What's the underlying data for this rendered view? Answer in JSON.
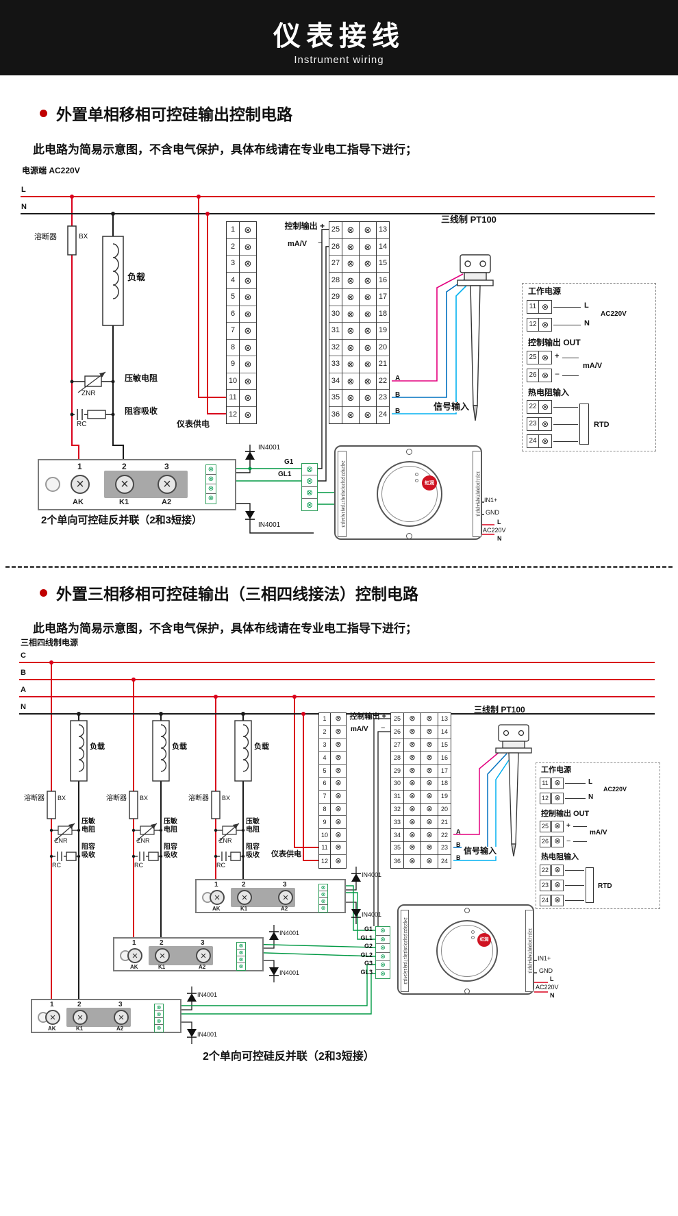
{
  "header": {
    "title": "仪表接线",
    "subtitle": "Instrument wiring"
  },
  "shared": {
    "note": "此电路为简易示意图，不含电气保护，具体布线请在专业电工指导下进行；",
    "fuse": "溶断器",
    "bx": "BX",
    "load": "负载",
    "znr_label": "压敏电阻",
    "znr": "ZNR",
    "rc_label": "阻容吸收",
    "rc": "RC",
    "meter_supply": "仪表供电",
    "signal_input": "信号输入",
    "pt100": "三线制  PT100",
    "ctrl_plus": "控制输出 +",
    "mav": "mA/V",
    "minus": "−",
    "in4001": "IN4001",
    "scr_note": "2个单向可控硅反并联（2和3短接）",
    "sig_a": "A",
    "sig_b": "B",
    "module": {
      "n1": "1",
      "n2": "2",
      "n3": "3",
      "ak": "AK",
      "k1": "K1",
      "a2": "A2"
    },
    "term_1_12": [
      "1",
      "2",
      "3",
      "4",
      "5",
      "6",
      "7",
      "8",
      "9",
      "10",
      "11",
      "12"
    ],
    "term_25_36": [
      "25",
      "26",
      "27",
      "28",
      "29",
      "30",
      "31",
      "32",
      "33",
      "34",
      "35",
      "36"
    ],
    "term_13_24": [
      "13",
      "14",
      "15",
      "16",
      "17",
      "18",
      "19",
      "20",
      "21",
      "22",
      "23",
      "24"
    ],
    "panel": {
      "work_power": "工作电源",
      "n11": "11",
      "n12": "12",
      "l": "L",
      "n": "N",
      "ac": "AC220V",
      "ctrl_out": "控制输出  OUT",
      "n25": "25",
      "n26": "26",
      "plus": "+",
      "minus": "−",
      "mav": "mA/V",
      "rtd_in": "热电阻输入",
      "n22": "22",
      "n23": "23",
      "n24": "24",
      "rtd": "RTD"
    },
    "instrument": {
      "left_strip": "24|23|22|21|20|19|18|17|16|15|14|13",
      "right_strip": "12|11|10|9|8|7|6|5|4|3|2|1",
      "logo": "虹润",
      "in1": "IN1+",
      "gnd": "GND",
      "l": "L",
      "n": "N",
      "ac": "AC220V"
    },
    "icons": {
      "screw": "⊗",
      "terminal_cross": "×"
    },
    "colors": {
      "line_red": "#d9001b",
      "wire_green": "#009944",
      "wire_magenta": "#e4007f",
      "wire_blue": "#0070c0",
      "wire_cyan": "#00b0f0",
      "bullet_red": "#c00000"
    }
  },
  "section1": {
    "heading": "外置单相移相可控硅输出控制电路",
    "power_label": "电源端  AC220V",
    "line_l": "L",
    "line_n": "N",
    "g1": "G1",
    "gl1": "GL1"
  },
  "section2": {
    "heading": "外置三相移相可控硅输出（三相四线接法）控制电路",
    "power_label": "三相四线制电源",
    "line_c": "C",
    "line_b": "B",
    "line_a": "A",
    "line_n": "N",
    "gates": [
      "G1",
      "GL1",
      "G2",
      "GL2",
      "G3",
      "GL3"
    ]
  }
}
